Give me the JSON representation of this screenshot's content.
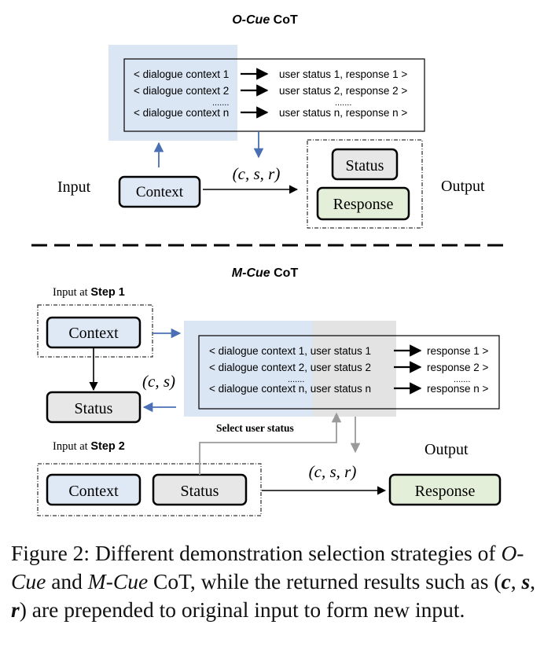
{
  "ocue": {
    "title_italic": "O-Cue",
    "title_rest": " CoT",
    "demo_rows": [
      {
        "left": "< dialogue context 1",
        "right": "user status 1, response 1 >"
      },
      {
        "left": "< dialogue context 2",
        "right": "user status 2, response 2 >"
      },
      {
        "left": "< dialogue context n",
        "right": "user status n, response n >"
      }
    ],
    "dots": ".......",
    "input_label": "Input",
    "output_label": "Output",
    "context_box": "Context",
    "status_box": "Status",
    "response_box": "Response",
    "triple_label": "(c, s, r)"
  },
  "mcue": {
    "title_italic": "M-Cue",
    "title_rest": " CoT",
    "step1_prefix": "Input at ",
    "step1_bold": "Step 1",
    "step2_prefix": "Input at ",
    "step2_bold": "Step 2",
    "demo_rows": [
      {
        "left": "< dialogue context 1, user status 1",
        "right": "response 1 >"
      },
      {
        "left": "< dialogue context 2, user status 2",
        "right": "response 2 >"
      },
      {
        "left": "< dialogue context n, user status n",
        "right": "response n >"
      }
    ],
    "dots": ".......",
    "context_box": "Context",
    "status_box": "Status",
    "pair_label": "(c, s)",
    "select_label": "Select user status",
    "step2_context_box": "Context",
    "step2_status_box": "Status",
    "triple_label": "(c, s, r)",
    "output_label": "Output",
    "response_box": "Response"
  },
  "caption": {
    "part1": "Figure 2: Different demonstration selection strategies of ",
    "ocue": "O-Cue",
    "part2": " and ",
    "mcue": "M-Cue",
    "part3": " CoT, while the returned results such as ",
    "open": "(",
    "c": "c",
    "comma1": ", ",
    "s": "s",
    "comma2": ", ",
    "r": "r",
    "close": ")",
    "part4": " are prepended to original input to form new input."
  },
  "colors": {
    "blue_fill": "#dfe8f5",
    "blue_shade": "#dbe6f4",
    "gray_fill": "#e7e7e7",
    "gray_shade": "#e3e3e3",
    "green_fill": "#e4efd9",
    "arrow_blue": "#4a6fb5",
    "arrow_gray": "#9a9a9a"
  }
}
